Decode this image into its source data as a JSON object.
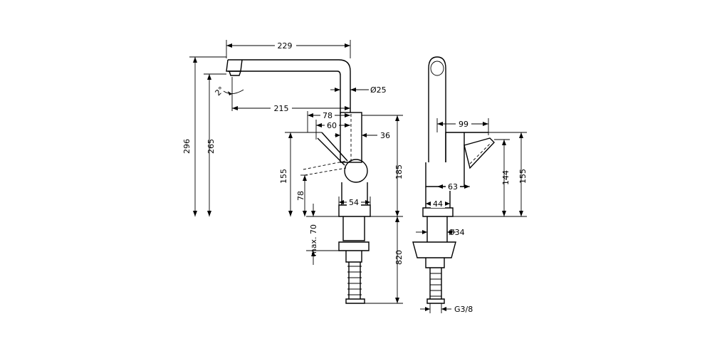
{
  "diagram": {
    "front_view": {
      "spout_reach_total": "229",
      "spout_outlet_diameter": "Ø25",
      "spout_reach_to_outlet": "215",
      "lever_reach_outer": "78",
      "lever_reach_inner": "60",
      "body_diameter_top": "36",
      "overall_height": "296",
      "outlet_height": "265",
      "angle": "2°",
      "lever_height": "155",
      "lever_arm": "78",
      "base_height": "185",
      "base_width": "54",
      "counter_thickness": "max. 70",
      "shank_length": "820"
    },
    "side_view": {
      "lever_offset": "99",
      "lever_top_height": "155",
      "lever_pivot_height": "144",
      "lever_depth": "63",
      "base_width": "44",
      "shank_diameter": "Ø34",
      "thread": "G3/8"
    }
  }
}
